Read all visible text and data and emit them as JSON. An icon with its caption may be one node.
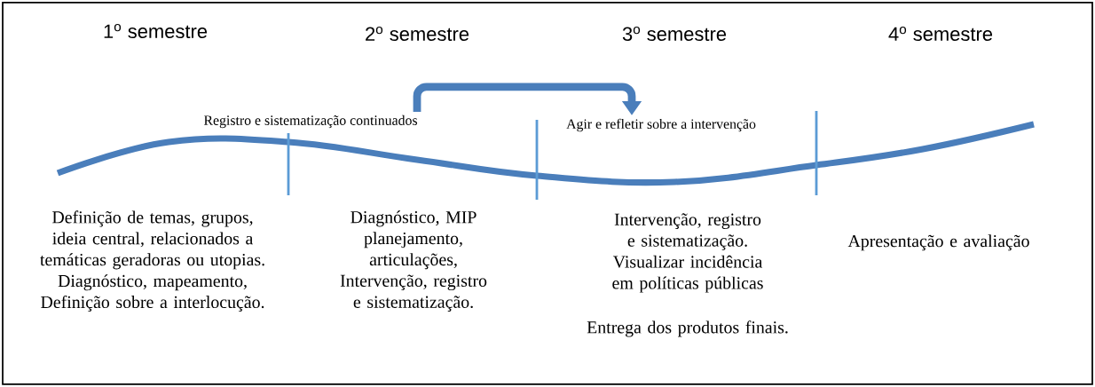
{
  "diagram": {
    "nodes": [
      {
        "text": [
          "Registro e sistematização continuados"
        ]
      },
      {
        "text": [
          "Agir e refletir sobre a intervenção"
        ]
      }
    ],
    "edges": [
      {
        "from": 0,
        "to": 1,
        "arrow": "to"
      }
    ],
    "labels": [
      "1$^{o}$ semestre",
      "2$^{o}$ semestre",
      "3$^{o}$ semestre",
      "4$^{o}$ semestre",
      "Definição de temas, grupos, ideia central, relacionados a temáticas geradoras ou utopias. Diagnóstico, mapeamento, Definição sobre a interlocução.",
      "Diagnóstico, MIP planejamento, articulações, Intervenção, registro e sistematização.",
      "Intervenção, registro e sistematização. Visualizar incidência em políticas públicas",
      "Entrega dos produtos finais.",
      "Apresentação e avaliação"
    ]
  }
}
